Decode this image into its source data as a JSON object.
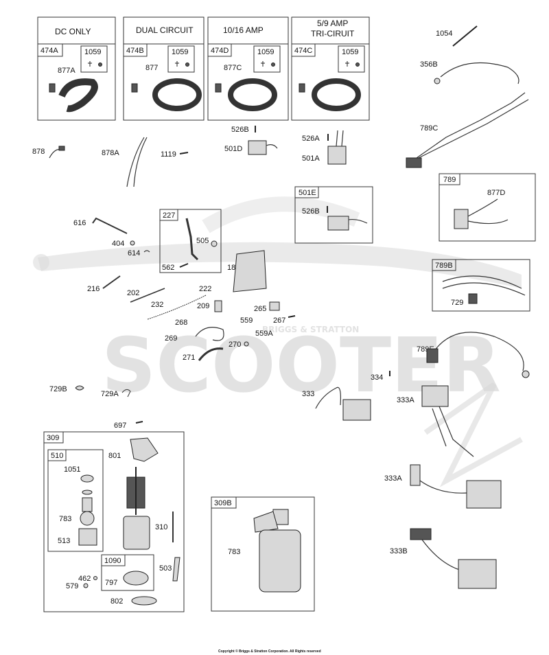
{
  "header_boxes": [
    {
      "title": "DC ONLY",
      "code": "474A",
      "part": "1059",
      "label": "877A"
    },
    {
      "title": "DUAL CIRCUIT",
      "code": "474B",
      "part": "1059",
      "label": "877"
    },
    {
      "title": "10/16 AMP",
      "code": "474D",
      "part": "1059",
      "label": "877C"
    },
    {
      "title_line1": "5/9   AMP",
      "title_line2": "TRI-CIRUIT",
      "code": "474C",
      "part": "1059"
    }
  ],
  "labels": {
    "p1054": "1054",
    "p356B": "356B",
    "p789C": "789C",
    "p878": "878",
    "p878A": "878A",
    "p1119": "1119",
    "p526B_top": "526B",
    "p501D": "501D",
    "p526A": "526A",
    "p501A": "501A",
    "p789": "789",
    "p877D": "877D",
    "p501E": "501E",
    "p526B_box": "526B",
    "p616": "616",
    "p404": "404",
    "p614": "614",
    "p227": "227",
    "p505": "505",
    "p562": "562",
    "p188": "188",
    "p789B": "789B",
    "p729": "729",
    "p216": "216",
    "p202": "202",
    "p222": "222",
    "p232": "232",
    "p209": "209",
    "p265": "265",
    "p268": "268",
    "p559": "559",
    "p267": "267",
    "p269": "269",
    "p559A": "559A",
    "p270": "270",
    "p271": "271",
    "p789E": "789E",
    "p334": "334",
    "p333": "333",
    "p333A_top": "333A",
    "p729B": "729B",
    "p729A": "729A",
    "p697": "697",
    "p309": "309",
    "p510": "510",
    "p801": "801",
    "p1051": "1051",
    "p783_left": "783",
    "p513": "513",
    "p310": "310",
    "p1090": "1090",
    "p503": "503",
    "p462": "462",
    "p579": "579",
    "p797": "797",
    "p802": "802",
    "p309B": "309B",
    "p783_box": "783",
    "p333A_mid": "333A",
    "p333B": "333B"
  },
  "watermark": "SCOOTER",
  "watermark_small": "BRIGGS & STRATTON",
  "copyright": "Copyright © Briggs & Stratton Corporation. All Rights reserved"
}
